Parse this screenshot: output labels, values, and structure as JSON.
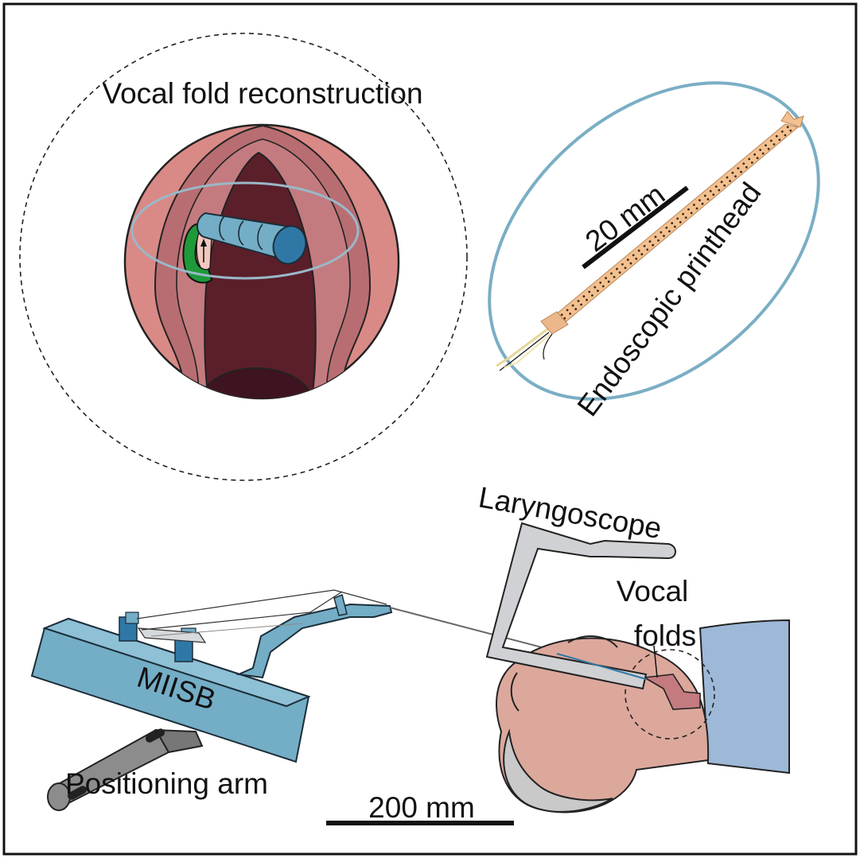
{
  "labels": {
    "vocal_fold_reconstruction": "Vocal fold reconstruction",
    "scale_20mm": "20 mm",
    "endoscopic_printhead": "Endoscopic printhead",
    "laryngoscope": "Laryngoscope",
    "vocal": "Vocal",
    "folds": "folds",
    "miisb": "MIISB",
    "positioning_arm": "Positioning arm",
    "scale_200mm": "200 mm"
  },
  "colors": {
    "device_blue": "#74adc6",
    "tissue_pink": "#d98a86",
    "skin": "#dca89c",
    "hair_gray": "#c9c9c9",
    "gown_blue": "#9eb8d8",
    "printhead_orange": "#f3c08f",
    "ring_blue": "#7aaec4",
    "gel_green": "#1e9a3a",
    "scope_gray": "#cfd1d4"
  }
}
